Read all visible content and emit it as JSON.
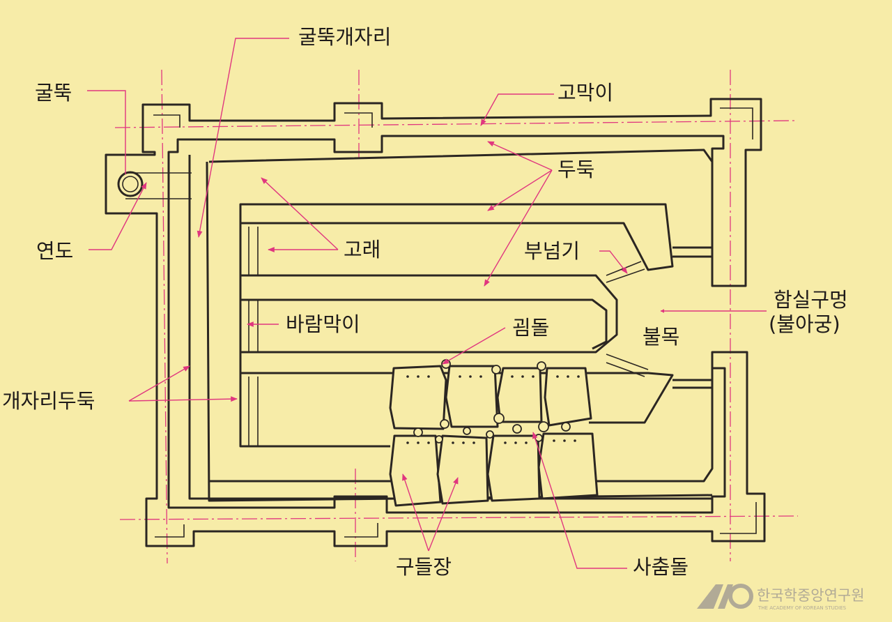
{
  "labels": {
    "chimney_foundation": "굴뚝개자리",
    "chimney": "굴뚝",
    "flue": "연도",
    "gomagi": "고막이",
    "duduk": "두둑",
    "gorae": "고래",
    "buneomgi": "부넘기",
    "hamsil_hole": "함실구멍",
    "bul_agung": "(불아궁)",
    "baram_magi": "바람막이",
    "goemdol": "굄돌",
    "bulmok": "불목",
    "gaejari_duduk": "개자리두둑",
    "gudeuljang": "구들장",
    "sachumdol": "사춤돌"
  },
  "watermark": {
    "logo": "AKS",
    "name": "한국학중앙연구원",
    "english": "THE ACADEMY OF KOREAN STUDIES"
  },
  "colors": {
    "background": "#f7eca8",
    "line": "#2b2622",
    "accent": "#e0367f"
  }
}
